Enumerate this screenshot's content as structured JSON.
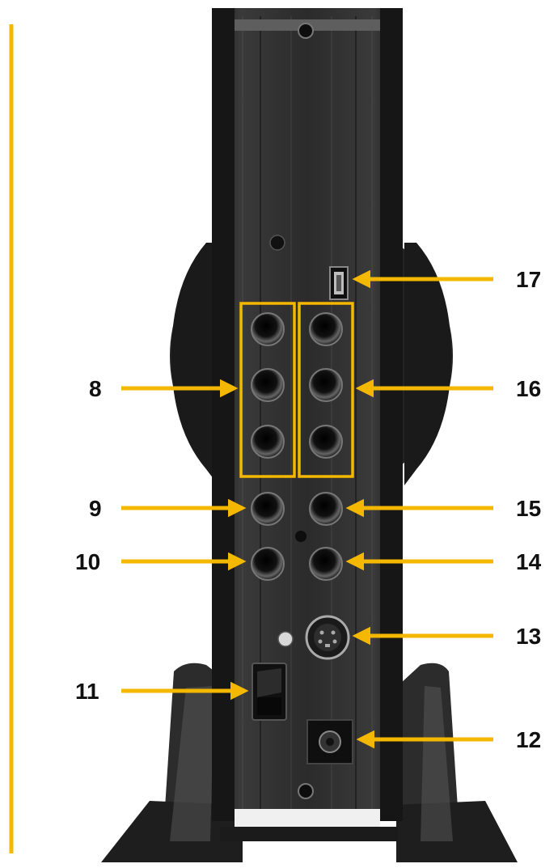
{
  "colors": {
    "accent": "#f5b800",
    "device_body": "#2a2a2a",
    "device_edge": "#111111",
    "stand": "#3a3a3a"
  },
  "callouts": [
    {
      "label": "8",
      "side": "left"
    },
    {
      "label": "9",
      "side": "left"
    },
    {
      "label": "10",
      "side": "left"
    },
    {
      "label": "11",
      "side": "left"
    },
    {
      "label": "17",
      "side": "right"
    },
    {
      "label": "16",
      "side": "right"
    },
    {
      "label": "15",
      "side": "right"
    },
    {
      "label": "14",
      "side": "right"
    },
    {
      "label": "13",
      "side": "right"
    },
    {
      "label": "12",
      "side": "right"
    }
  ],
  "connectors": [
    {
      "id": "8",
      "kind": "jack-group",
      "count": 3
    },
    {
      "id": "16",
      "kind": "jack-group",
      "count": 3
    },
    {
      "id": "9",
      "kind": "jack"
    },
    {
      "id": "15",
      "kind": "jack"
    },
    {
      "id": "10",
      "kind": "jack"
    },
    {
      "id": "14",
      "kind": "jack"
    },
    {
      "id": "13",
      "kind": "s-video-port"
    },
    {
      "id": "11",
      "kind": "power-switch"
    },
    {
      "id": "12",
      "kind": "dc-power-inlet"
    },
    {
      "id": "17",
      "kind": "mini-usb-port"
    }
  ]
}
